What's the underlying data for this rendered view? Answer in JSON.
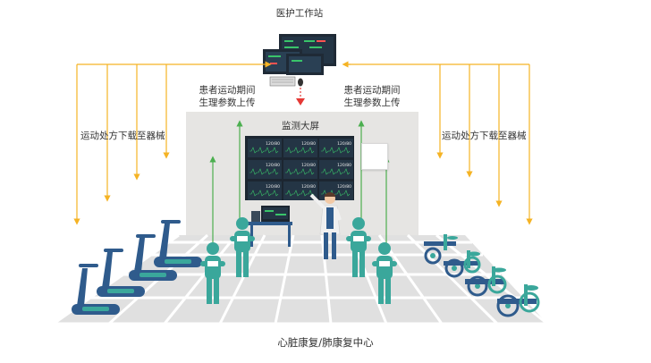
{
  "labels": {
    "workstation": "医护工作站",
    "upload_left": [
      "患者运动期间",
      "生理参数上传"
    ],
    "upload_right": [
      "患者运动期间",
      "生理参数上传"
    ],
    "download_left": "运动处方下载至器械",
    "download_right": "运动处方下载至器械",
    "monitor": "监测大屏",
    "caption": "心脏康复/肺康复中心"
  },
  "screen_panels": [
    {
      "value": "120/80"
    },
    {
      "value": "120/80"
    },
    {
      "value": "120/80"
    },
    {
      "value": "120/80"
    },
    {
      "value": "120/80"
    },
    {
      "value": "120/80"
    },
    {
      "value": "120/80"
    },
    {
      "value": "120/80"
    },
    {
      "value": "120/80"
    }
  ],
  "colors": {
    "orange_arrow": "#f5b324",
    "green_arrow": "#4caf50",
    "red_arrow": "#e53935",
    "teal": "#3aa79b",
    "navy": "#2f5b8c",
    "wall": "#e6e5e3",
    "floor": "#eeeeee"
  },
  "icons": {
    "edit": "pencil-icon"
  }
}
